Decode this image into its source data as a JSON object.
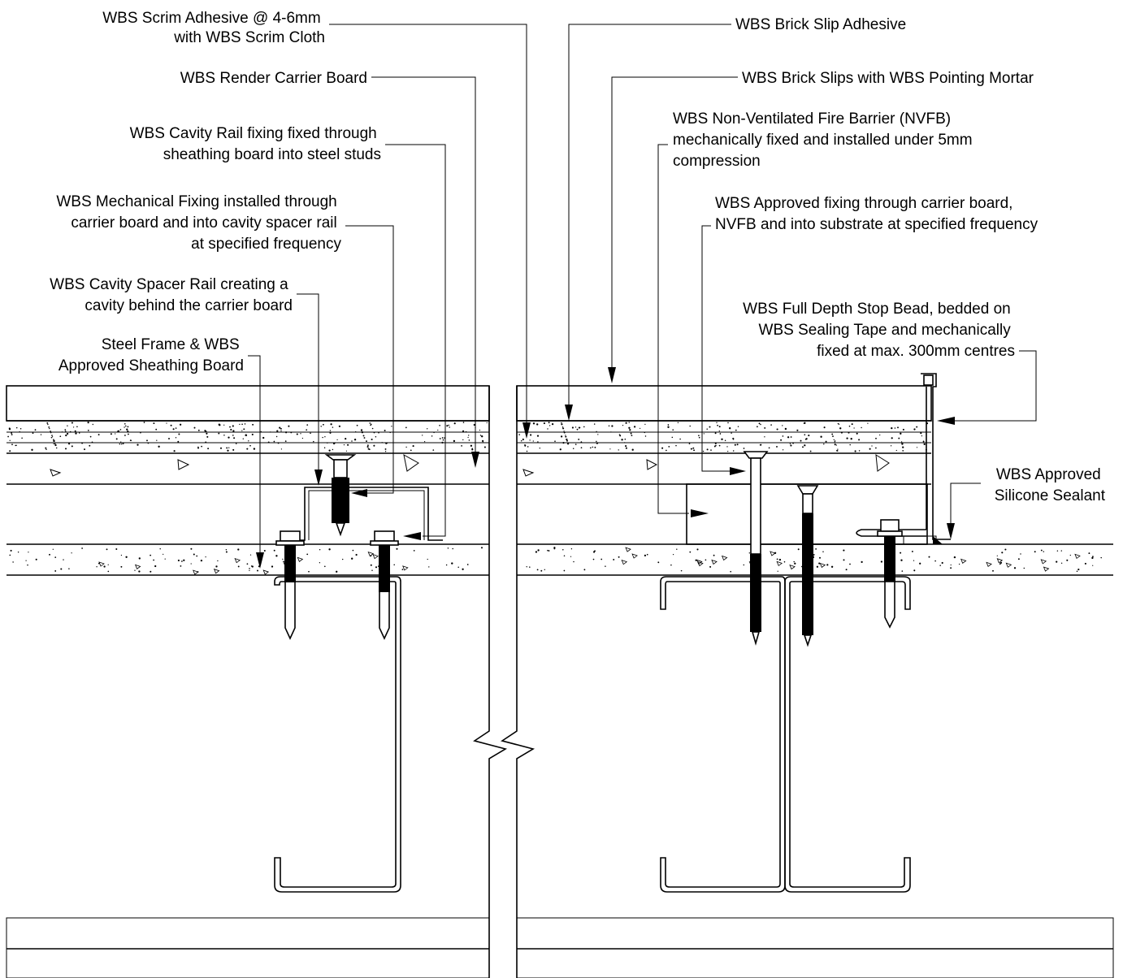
{
  "labels": {
    "scrim_adhesive": [
      "WBS Scrim Adhesive @ 4-6mm",
      "with WBS Scrim Cloth"
    ],
    "render_carrier_board": [
      "WBS Render Carrier Board"
    ],
    "cavity_rail_fixing": [
      "WBS Cavity Rail fixing fixed through",
      "sheathing board into steel studs"
    ],
    "mechanical_fixing": [
      "WBS Mechanical Fixing installed through",
      "carrier board and into cavity spacer rail",
      "at specified frequency"
    ],
    "cavity_spacer_rail": [
      "WBS Cavity Spacer Rail creating a",
      "cavity behind the carrier board"
    ],
    "steel_frame": [
      "Steel Frame & WBS",
      "Approved Sheathing Board"
    ],
    "brick_slip_adhesive": [
      "WBS Brick Slip Adhesive"
    ],
    "brick_slips": [
      "WBS Brick Slips with WBS Pointing Mortar"
    ],
    "nvfb": [
      "WBS Non-Ventilated Fire Barrier (NVFB)",
      "mechanically fixed and installed under 5mm",
      "compression"
    ],
    "approved_fixing": [
      "WBS Approved fixing through carrier board,",
      "NVFB and into substrate at specified frequency"
    ],
    "stop_bead": [
      "WBS Full Depth Stop Bead, bedded on",
      "WBS Sealing Tape and mechanically",
      "fixed at max. 300mm centres"
    ],
    "silicone_sealant": [
      "WBS Approved",
      "Silicone Sealant"
    ]
  }
}
